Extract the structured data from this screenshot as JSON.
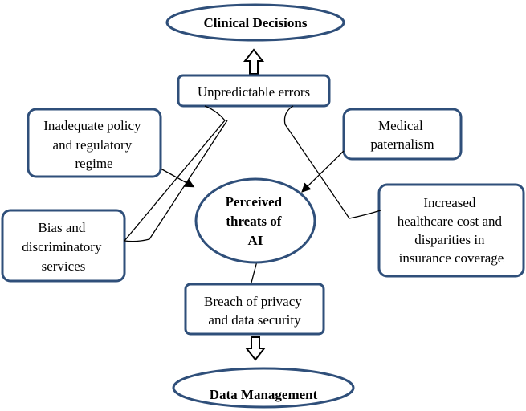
{
  "colors": {
    "border": "#2f4f7a",
    "connector": "#000000",
    "background": "#ffffff"
  },
  "top_outcome": {
    "label": "Clinical Decisions"
  },
  "bottom_outcome": {
    "label": "Data Management"
  },
  "center": {
    "lines": [
      "Perceived",
      "threats of",
      "AI"
    ]
  },
  "threats": {
    "unpredictable_errors": {
      "lines": [
        "Unpredictable errors"
      ]
    },
    "inadequate_policy": {
      "lines": [
        "Inadequate policy",
        "and regulatory",
        "regime"
      ]
    },
    "medical_paternalism": {
      "lines": [
        "Medical",
        "paternalism"
      ]
    },
    "bias": {
      "lines": [
        "Bias and",
        "discriminatory",
        "services"
      ]
    },
    "healthcare_cost": {
      "lines": [
        "Increased",
        "healthcare cost and",
        "disparities in",
        "insurance coverage"
      ]
    },
    "privacy": {
      "lines": [
        "Breach of privacy",
        "and data security"
      ]
    }
  }
}
